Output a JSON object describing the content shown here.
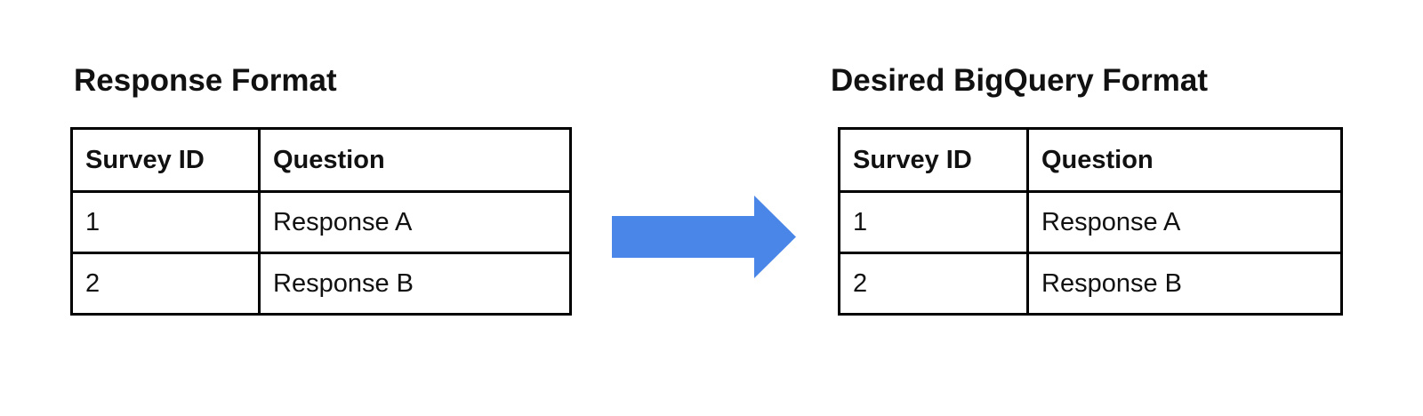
{
  "colors": {
    "background": "#ffffff",
    "border": "#000000",
    "text": "#111111",
    "arrow": "#4a86e8"
  },
  "left_panel": {
    "title": "Response Format",
    "table": {
      "headers": [
        "Survey ID",
        "Question"
      ],
      "rows": [
        [
          "1",
          "Response A"
        ],
        [
          "2",
          "Response B"
        ]
      ]
    }
  },
  "arrow": {
    "icon": "right-arrow",
    "color": "#4a86e8",
    "direction": "right"
  },
  "right_panel": {
    "title": "Desired BigQuery Format",
    "table": {
      "headers": [
        "Survey ID",
        "Question"
      ],
      "rows": [
        [
          "1",
          "Response A"
        ],
        [
          "2",
          "Response B"
        ]
      ]
    }
  }
}
